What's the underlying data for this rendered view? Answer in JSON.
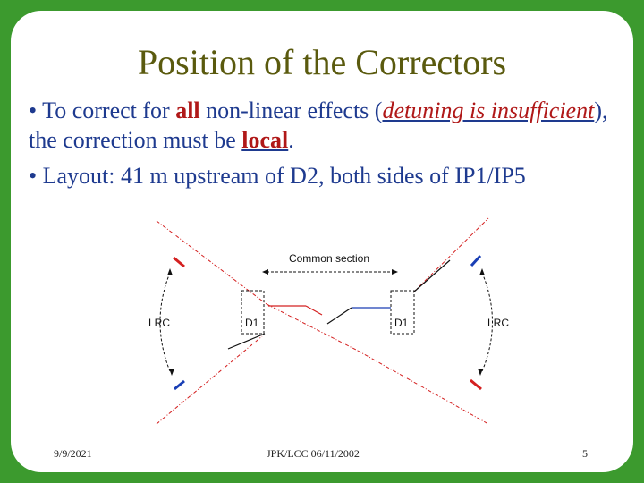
{
  "title": "Position of the Correctors",
  "bullets": {
    "b1": {
      "marker": "• ",
      "t1": "To correct for ",
      "t2": "all",
      "t3": " non-linear effects (",
      "t4": "detuning is insufficient",
      "t5": "), the correction must be ",
      "t6": "local",
      "t7": "."
    },
    "b2": {
      "marker": "• ",
      "text": "Layout: 41 m upstream of D2, both sides of IP1/IP5"
    }
  },
  "diagram": {
    "common_section": "Common section",
    "left_lrc": "LRC",
    "left_d1": "D1",
    "right_d1": "D1",
    "right_lrc": "LRC"
  },
  "footer": {
    "date": "9/9/2021",
    "center": "JPK/LCC 06/11/2002",
    "page": "5"
  },
  "colors": {
    "background": "#3c9a2e",
    "title": "#5a5a0e",
    "text": "#1e3a8f",
    "emphasis": "#b01818",
    "beam_red": "#d42020",
    "beam_blue": "#1a3fb5"
  }
}
